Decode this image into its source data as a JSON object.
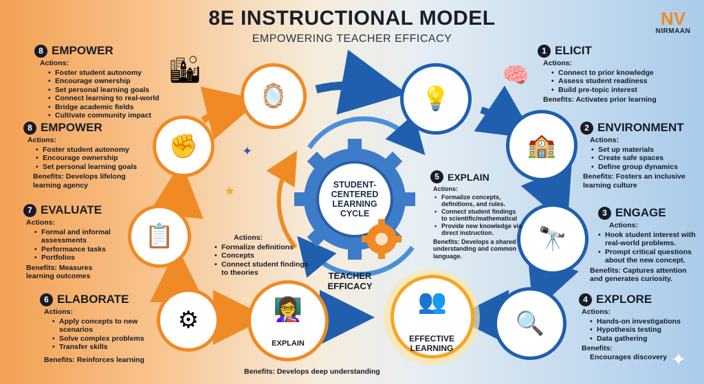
{
  "header": {
    "title": "8E INSTRUCTIONAL MODEL",
    "subtitle": "EMPOWERING TEACHER EFFICACY"
  },
  "logo": {
    "name": "NIRMAAN",
    "mark_left": "N",
    "mark_right": "V"
  },
  "center": {
    "gear_label": "STUDENT-CENTERED LEARNING CYCLE",
    "teacher_efficacy": "TEACHER EFFICACY",
    "effective_learning": "EFFECTIVE LEARNING",
    "explain_circle_label": "EXPLAIN",
    "bottom_benefits": "Benefits: Develops deep understanding",
    "middle_actions": {
      "label": "Actions:",
      "items": [
        "Formalize definitions",
        "Concepts",
        "Connect student findings to theories"
      ]
    }
  },
  "stages": {
    "empower_top": {
      "number": "8",
      "title": "EMPOWER",
      "actions_label": "Actions:",
      "actions": [
        "Foster student autonomy",
        "Encourage ownership",
        "Set personal learning goals",
        "Connect learning to real-world",
        "Bridge academic fields",
        "Cultivate community impact"
      ]
    },
    "empower": {
      "number": "8",
      "title": "EMPOWER",
      "actions_label": "Actions:",
      "actions": [
        "Foster student autonomy",
        "Encourage ownership",
        "Set personal learning goals"
      ],
      "benefits": "Benefits: Develops lifelong learning agency"
    },
    "evaluate": {
      "number": "7",
      "title": "EVALUATE",
      "actions_label": "Actions:",
      "actions": [
        "Formal and informal assessments",
        "Performance tasks",
        "Portfolios"
      ],
      "benefits": "Benefits: Measures learning outcomes"
    },
    "elaborate": {
      "number": "6",
      "title": "ELABORATE",
      "actions_label": "Actions:",
      "actions": [
        "Apply concepts to new scenarios",
        "Solve complex problems",
        "Transfer skills"
      ],
      "benefits": "Benefits: Reinforces learning"
    },
    "elicit": {
      "number": "1",
      "title": "ELICIT",
      "actions_label": "Actions:",
      "actions": [
        "Connect to prior knowledge",
        "Assess student readiness",
        "Build pre-topic interest"
      ],
      "benefits": "Benefits: Activates prior learning"
    },
    "environment": {
      "number": "2",
      "title": "ENVIRONMENT",
      "actions_label": "Actions:",
      "actions": [
        "Set up materials",
        "Create safe spaces",
        "Define group dynamics"
      ],
      "benefits": "Benefits: Fosters an inclusive learning culture"
    },
    "engage": {
      "number": "3",
      "title": "ENGAGE",
      "actions_label": "Actions:",
      "actions": [
        "Hook student interest with real-world problems.",
        "Prompt critical questions about the new concept."
      ],
      "benefits": "Benefits: Captures attention and generates curiosity."
    },
    "explore": {
      "number": "4",
      "title": "EXPLORE",
      "actions_label": "Actions:",
      "actions": [
        "Hands-on investigations",
        "Hypothesis testing",
        "Data gathering"
      ],
      "benefits_label": "Benefits:",
      "benefits": "Encourages discovery"
    },
    "explain": {
      "number": "5",
      "title": "EXPLAIN",
      "actions_label": "Actions:",
      "actions": [
        "Formalize concepts, definitions, and rules.",
        "Connect student findings to scientific/mathematical",
        "Provide new knowledge via direct instruction."
      ],
      "benefits": "Benefits: Develops a shared understanding and common language."
    }
  },
  "icons": {
    "empower_top": "city-road-icon",
    "mirror": "person-mirror-icon",
    "empower": "raised-fist-flag-icon",
    "evaluate": "checklist-icon",
    "elaborate": "gears-chat-icon",
    "explain": "teacher-board-icon",
    "effective_learning": "student-group-icon",
    "explore": "magnifier-chart-icon",
    "engage": "telescope-book-icon",
    "environment": "classroom-icon",
    "elicit_bulb": "lightbulb-question-icon",
    "elicit_brain": "brain-bulb-icon"
  },
  "colors": {
    "orange": "#f08a24",
    "blue": "#1f5fae",
    "dark": "#161b26"
  }
}
